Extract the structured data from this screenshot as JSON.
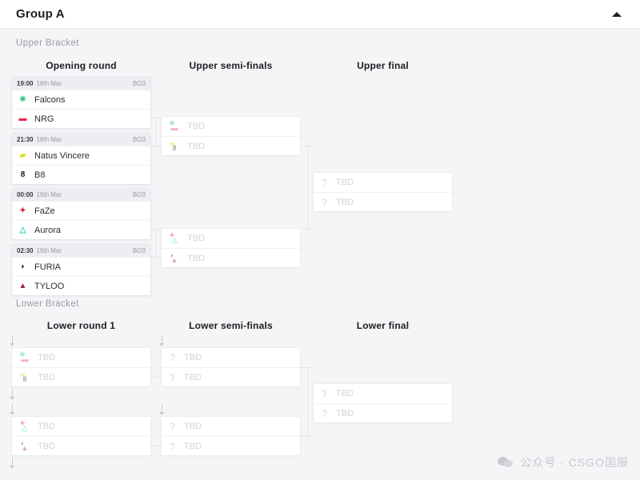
{
  "header": {
    "title": "Group A",
    "collapse_icon": "chevron-up-icon"
  },
  "brackets": {
    "upper_label": "Upper Bracket",
    "lower_label": "Lower Bracket"
  },
  "rounds": {
    "upper": [
      {
        "label": "Opening round"
      },
      {
        "label": "Upper semi-finals"
      },
      {
        "label": "Upper final"
      }
    ],
    "lower": [
      {
        "label": "Lower round 1"
      },
      {
        "label": "Lower semi-finals"
      },
      {
        "label": "Lower final"
      }
    ]
  },
  "tbd_label": "TBD",
  "question_icon": "?",
  "upper_opening": [
    {
      "time": "19:00",
      "date": "18th Mar",
      "format": "BO3",
      "teams": [
        {
          "name": "Falcons",
          "logo": "falcons-logo",
          "glyph": "❈"
        },
        {
          "name": "NRG",
          "logo": "nrg-logo",
          "glyph": "▬"
        }
      ]
    },
    {
      "time": "21:30",
      "date": "18th Mar",
      "format": "BO3",
      "teams": [
        {
          "name": "Natus Vincere",
          "logo": "navi-logo",
          "glyph": "▰"
        },
        {
          "name": "B8",
          "logo": "b8-logo",
          "glyph": "8"
        }
      ]
    },
    {
      "time": "00:00",
      "date": "19th Mar",
      "format": "BO3",
      "teams": [
        {
          "name": "FaZe",
          "logo": "faze-logo",
          "glyph": "✦"
        },
        {
          "name": "Aurora",
          "logo": "aurora-logo",
          "glyph": "△"
        }
      ]
    },
    {
      "time": "02:30",
      "date": "19th Mar",
      "format": "BO3",
      "teams": [
        {
          "name": "FURIA",
          "logo": "furia-logo",
          "glyph": "◗"
        },
        {
          "name": "TYLOO",
          "logo": "tyloo-logo",
          "glyph": "▲"
        }
      ]
    }
  ],
  "upper_semis": [
    {
      "slots": [
        {
          "label": "TBD",
          "stack": [
            {
              "logo": "falcons-logo",
              "glyph": "❈",
              "cls": "lg-falcons"
            },
            {
              "logo": "nrg-logo",
              "glyph": "▬",
              "cls": "lg-nrg"
            }
          ]
        },
        {
          "label": "TBD",
          "stack": [
            {
              "logo": "navi-logo",
              "glyph": "▰",
              "cls": "lg-navi"
            },
            {
              "logo": "b8-logo",
              "glyph": "8",
              "cls": "lg-b8"
            }
          ]
        }
      ]
    },
    {
      "slots": [
        {
          "label": "TBD",
          "stack": [
            {
              "logo": "faze-logo",
              "glyph": "✦",
              "cls": "lg-faze"
            },
            {
              "logo": "aurora-logo",
              "glyph": "△",
              "cls": "lg-aurora"
            }
          ]
        },
        {
          "label": "TBD",
          "stack": [
            {
              "logo": "furia-logo",
              "glyph": "◗",
              "cls": "lg-furia"
            },
            {
              "logo": "tyloo-logo",
              "glyph": "▲",
              "cls": "lg-tyloo"
            }
          ]
        }
      ]
    }
  ],
  "upper_final": {
    "slots": [
      {
        "label": "TBD"
      },
      {
        "label": "TBD"
      }
    ]
  },
  "lower_round1": [
    {
      "slots": [
        {
          "label": "TBD",
          "stack": [
            {
              "logo": "falcons-logo",
              "glyph": "❈",
              "cls": "lg-falcons"
            },
            {
              "logo": "nrg-logo",
              "glyph": "▬",
              "cls": "lg-nrg"
            }
          ]
        },
        {
          "label": "TBD",
          "stack": [
            {
              "logo": "navi-logo",
              "glyph": "▰",
              "cls": "lg-navi"
            },
            {
              "logo": "b8-logo",
              "glyph": "8",
              "cls": "lg-b8"
            }
          ]
        }
      ]
    },
    {
      "slots": [
        {
          "label": "TBD",
          "stack": [
            {
              "logo": "faze-logo",
              "glyph": "✦",
              "cls": "lg-faze"
            },
            {
              "logo": "aurora-logo",
              "glyph": "△",
              "cls": "lg-aurora"
            }
          ]
        },
        {
          "label": "TBD",
          "stack": [
            {
              "logo": "furia-logo",
              "glyph": "◗",
              "cls": "lg-furia"
            },
            {
              "logo": "tyloo-logo",
              "glyph": "▲",
              "cls": "lg-tyloo"
            }
          ]
        }
      ]
    }
  ],
  "lower_semis": [
    {
      "slots": [
        {
          "label": "TBD"
        },
        {
          "label": "TBD"
        }
      ]
    },
    {
      "slots": [
        {
          "label": "TBD"
        },
        {
          "label": "TBD"
        }
      ]
    }
  ],
  "lower_final": {
    "slots": [
      {
        "label": "TBD"
      },
      {
        "label": "TBD"
      }
    ]
  },
  "watermark": {
    "text": "公众号 · CSGO国服",
    "icon": "wechat-icon"
  },
  "colors": {
    "page_bg": "#f4f5f7",
    "card_bg": "#ffffff",
    "meta_bg": "#eceef1",
    "line": "#e4e5e8",
    "text": "#1c1e21",
    "muted": "#9a9ba1",
    "tbd_text": "#d3d4d8"
  }
}
